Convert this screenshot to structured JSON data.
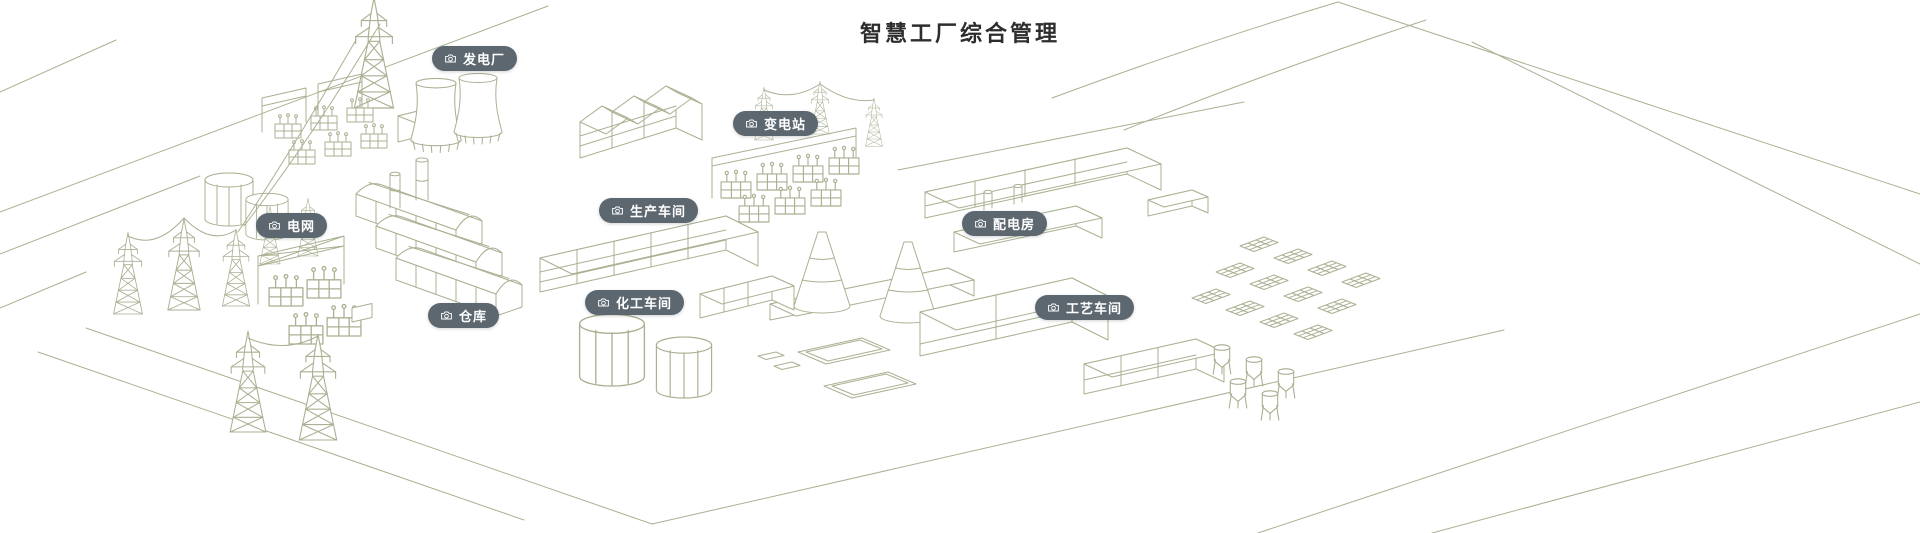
{
  "page": {
    "title": "智慧工厂综合管理"
  },
  "colors": {
    "background": "#ffffff",
    "line_art": "#a9b192",
    "label_bg": "#5c6770",
    "label_text": "#ffffff",
    "title": "#2d2d2d"
  },
  "hotspots": [
    {
      "name": "power-plant",
      "label": "发电厂",
      "icon": "camera-icon"
    },
    {
      "name": "substation",
      "label": "变电站",
      "icon": "camera-icon"
    },
    {
      "name": "power-grid",
      "label": "电网",
      "icon": "camera-icon"
    },
    {
      "name": "production-workshop",
      "label": "生产车间",
      "icon": "camera-icon"
    },
    {
      "name": "distribution-room",
      "label": "配电房",
      "icon": "camera-icon"
    },
    {
      "name": "warehouse",
      "label": "仓库",
      "icon": "camera-icon"
    },
    {
      "name": "chemical-workshop",
      "label": "化工车间",
      "icon": "camera-icon"
    },
    {
      "name": "process-workshop",
      "label": "工艺车间",
      "icon": "camera-icon"
    }
  ]
}
